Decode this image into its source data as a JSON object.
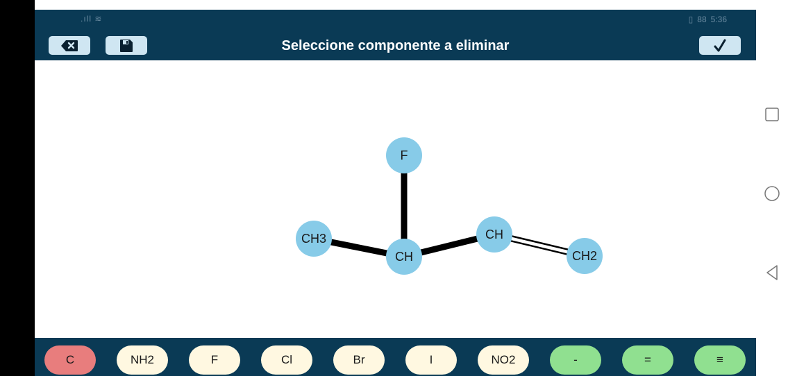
{
  "status_bar": {
    "signal": ".ıll ≋",
    "time": "5:36",
    "battery": "88"
  },
  "header": {
    "title": "Seleccione componente a eliminar"
  },
  "molecule": {
    "nodes": [
      {
        "id": "F",
        "label": "F"
      },
      {
        "id": "CH3",
        "label": "CH3"
      },
      {
        "id": "CHc",
        "label": "CH"
      },
      {
        "id": "CHr",
        "label": "CH"
      },
      {
        "id": "CH2",
        "label": "CH2"
      }
    ],
    "bonds": [
      {
        "from": "CHc",
        "to": "F",
        "order": 1
      },
      {
        "from": "CH3",
        "to": "CHc",
        "order": 1
      },
      {
        "from": "CHc",
        "to": "CHr",
        "order": 1
      },
      {
        "from": "CHr",
        "to": "CH2",
        "order": 2
      }
    ]
  },
  "toolbar": {
    "items": [
      {
        "label": "C",
        "color": "#e87d7d"
      },
      {
        "label": "NH2",
        "color": "#fff8e1"
      },
      {
        "label": "F",
        "color": "#fff8e1"
      },
      {
        "label": "Cl",
        "color": "#fff8e1"
      },
      {
        "label": "Br",
        "color": "#fff8e1"
      },
      {
        "label": "I",
        "color": "#fff8e1"
      },
      {
        "label": "NO2",
        "color": "#fff8e1"
      },
      {
        "label": "-",
        "color": "#90e090"
      },
      {
        "label": "=",
        "color": "#90e090"
      },
      {
        "label": "≡",
        "color": "#90e090"
      }
    ]
  },
  "colors": {
    "header_bg": "#0a3a55",
    "atom": "#87cbe8",
    "bond": "#000000"
  }
}
